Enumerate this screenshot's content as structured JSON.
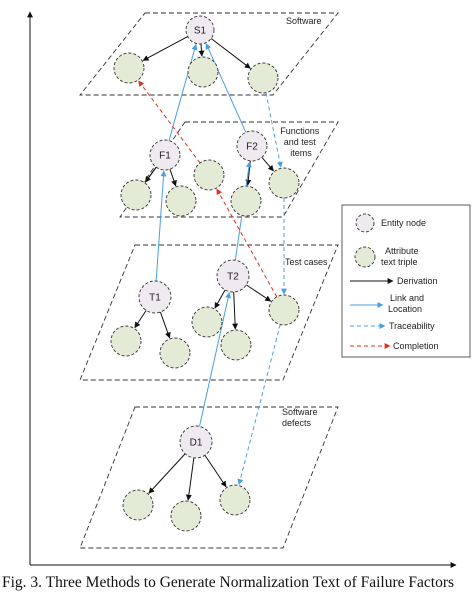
{
  "caption": "Fig. 3. Three Methods to Generate Normalization Text of Failure Factors",
  "layers": [
    {
      "id": "software",
      "label_lines": [
        "Software"
      ]
    },
    {
      "id": "functions",
      "label_lines": [
        "Functions",
        "and test",
        "items"
      ]
    },
    {
      "id": "tests",
      "label_lines": [
        "Test cases"
      ]
    },
    {
      "id": "defects",
      "label_lines": [
        "Software",
        "defects"
      ]
    }
  ],
  "entity_nodes": [
    {
      "id": "S1",
      "label": "S1"
    },
    {
      "id": "F1",
      "label": "F1"
    },
    {
      "id": "F2",
      "label": "F2"
    },
    {
      "id": "T1",
      "label": "T1"
    },
    {
      "id": "T2",
      "label": "T2"
    },
    {
      "id": "D1",
      "label": "D1"
    }
  ],
  "legend": {
    "entity_node": "Entity node",
    "attribute_lines": [
      "Attribute",
      "text triple"
    ],
    "derivation": "Derivation",
    "link_lines": [
      "Link and",
      "Location"
    ],
    "traceability": "Traceability",
    "completion": "Completion"
  },
  "colors": {
    "entity_fill": "#eeeaf0",
    "attribute_fill": "#e3ead5",
    "derivation": "#111111",
    "link": "#4a9fe0",
    "traceability": "#4a9fe0",
    "completion": "#e03020"
  },
  "relations": {
    "derivation": [
      [
        "S1",
        "a1"
      ],
      [
        "S1",
        "a2"
      ],
      [
        "S1",
        "a3"
      ],
      [
        "F1",
        "a4"
      ],
      [
        "F1",
        "a5"
      ],
      [
        "F1",
        "a6"
      ],
      [
        "F2",
        "a8"
      ],
      [
        "F2",
        "a9"
      ],
      [
        "T1",
        "a10"
      ],
      [
        "T1",
        "a11"
      ],
      [
        "T2",
        "a12"
      ],
      [
        "T2",
        "a13"
      ],
      [
        "T2",
        "a14"
      ],
      [
        "D1",
        "a15"
      ],
      [
        "D1",
        "a16"
      ],
      [
        "D1",
        "a17"
      ]
    ],
    "link": [
      [
        "F1",
        "S1"
      ],
      [
        "F2",
        "S1"
      ],
      [
        "T1",
        "F1"
      ],
      [
        "T2",
        "F2"
      ],
      [
        "D1",
        "T2"
      ]
    ],
    "traceability": [
      [
        "a3",
        "a9"
      ],
      [
        "a9",
        "a14"
      ],
      [
        "a14",
        "a17"
      ]
    ],
    "completion": [
      [
        "a7",
        "a1"
      ],
      [
        "a14",
        "a7"
      ]
    ]
  }
}
